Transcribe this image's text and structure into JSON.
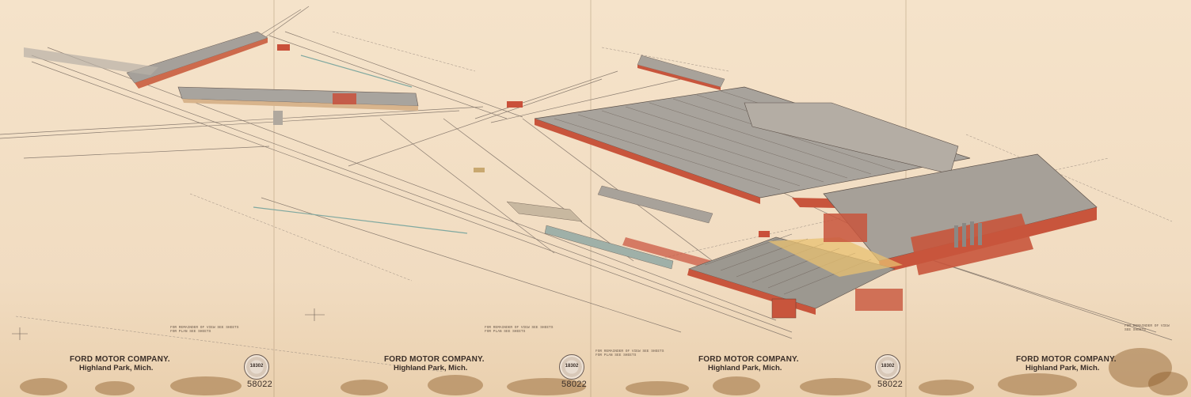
{
  "sheets": [
    {
      "company": "FORD MOTOR COMPANY.",
      "location": "Highland Park, Mich.",
      "number": "58022"
    },
    {
      "company": "FORD MOTOR COMPANY.",
      "location": "Highland Park, Mich.",
      "number": "58022"
    },
    {
      "company": "FORD MOTOR COMPANY.",
      "location": "Highland Park, Mich.",
      "number": "58022"
    },
    {
      "company": "FORD MOTOR COMPANY.",
      "location": "Highland Park, Mich.",
      "number": ""
    }
  ],
  "seal_text": "18302",
  "colors": {
    "paper": "#f3dfc6",
    "roof": "#9a948c",
    "brick": "#d0553c",
    "ink": "#3a2e28",
    "stain": "#8c5a28"
  }
}
